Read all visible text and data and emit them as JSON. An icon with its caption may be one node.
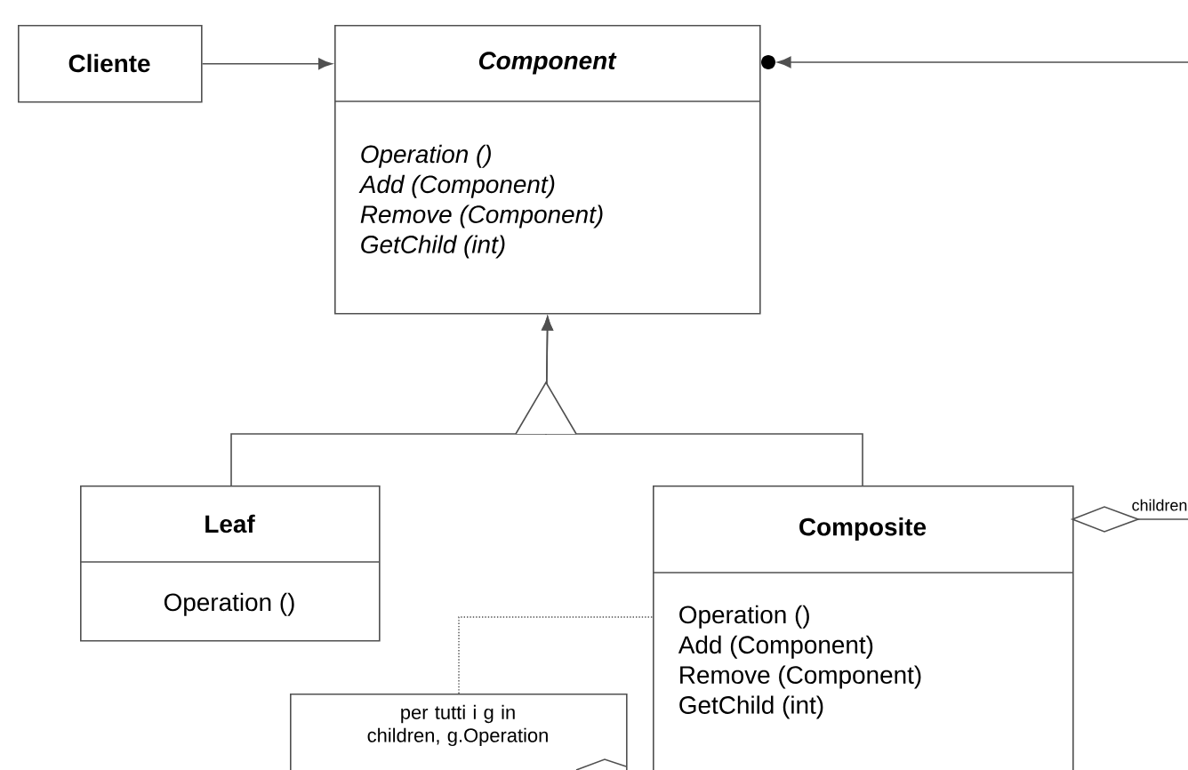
{
  "diagram": {
    "nodes": [
      {
        "text": [
          "Cliente"
        ]
      },
      {
        "text": [
          "Component",
          "Operation ()",
          "Add (Component)",
          "Remove (Component)",
          "GetChild (int)"
        ]
      },
      {
        "text": [
          "Leaf",
          "Operation ()"
        ]
      },
      {
        "text": [
          "Composite",
          "Operation ()",
          "Add (Component)",
          "Remove (Component)",
          "GetChild (int)"
        ]
      },
      {
        "text": [
          "per tutti i g in children, g.Operation"
        ]
      }
    ],
    "edges": [
      {
        "from": 0,
        "to": 1,
        "arrow": "to"
      },
      {
        "from": 2,
        "to": 1,
        "arrow": "to"
      },
      {
        "from": 3,
        "to": 1,
        "arrow": "to"
      },
      {
        "from": 3,
        "to": 1,
        "arrow": "to",
        "label": "children"
      },
      {
        "from": 4,
        "to": 3,
        "arrow": "none",
        "style": "dashed"
      }
    ]
  }
}
